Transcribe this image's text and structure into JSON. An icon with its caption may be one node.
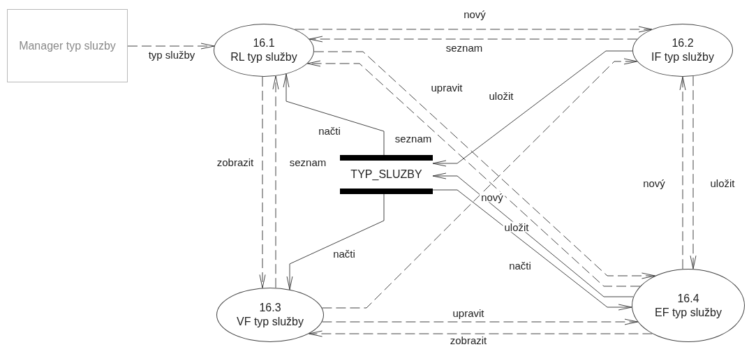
{
  "diagram": {
    "nodes": [
      {
        "text": [
          "Manager typ sluzby"
        ]
      },
      {
        "text": [
          "16.1",
          "RL typ služby"
        ]
      },
      {
        "text": [
          "16.2",
          "IF typ služby"
        ]
      },
      {
        "text": [
          "16.3",
          "VF typ služby"
        ]
      },
      {
        "text": [
          "16.4",
          "EF typ služby"
        ]
      },
      {
        "text": [
          "TYP_SLUZBY"
        ]
      }
    ],
    "edges": [
      {
        "from": 0,
        "to": 1,
        "arrow": "to",
        "label": "typ služby",
        "style": "dashed"
      },
      {
        "from": 1,
        "to": 2,
        "arrow": "to",
        "label": "nový",
        "style": "dashed"
      },
      {
        "from": 2,
        "to": 1,
        "arrow": "to",
        "label": "seznam",
        "style": "dashed"
      },
      {
        "from": 1,
        "to": 4,
        "arrow": "to",
        "label": "upravit",
        "style": "dashed"
      },
      {
        "from": 4,
        "to": 1,
        "arrow": "to",
        "label": "seznam",
        "style": "dashed"
      },
      {
        "from": 1,
        "to": 3,
        "arrow": "to",
        "label": "zobrazit",
        "style": "dashed"
      },
      {
        "from": 3,
        "to": 1,
        "arrow": "to",
        "label": "seznam",
        "style": "dashed"
      },
      {
        "from": 5,
        "to": 1,
        "arrow": "to",
        "label": "načti"
      },
      {
        "from": 5,
        "to": 3,
        "arrow": "to",
        "label": "načti"
      },
      {
        "from": 2,
        "to": 5,
        "arrow": "to",
        "label": "uložit"
      },
      {
        "from": 3,
        "to": 2,
        "arrow": "to",
        "label": "nový",
        "style": "dashed"
      },
      {
        "from": 4,
        "to": 5,
        "arrow": "to",
        "label": "uložit"
      },
      {
        "from": 5,
        "to": 4,
        "arrow": "to",
        "label": "načti"
      },
      {
        "from": 3,
        "to": 4,
        "arrow": "to",
        "label": "upravit",
        "style": "dashed"
      },
      {
        "from": 4,
        "to": 3,
        "arrow": "to",
        "label": "zobrazit",
        "style": "dashed"
      },
      {
        "from": 4,
        "to": 2,
        "arrow": "to",
        "label": "nový",
        "style": "dashed"
      },
      {
        "from": 2,
        "to": 4,
        "arrow": "to",
        "label": "uložit",
        "style": "dashed"
      }
    ]
  }
}
